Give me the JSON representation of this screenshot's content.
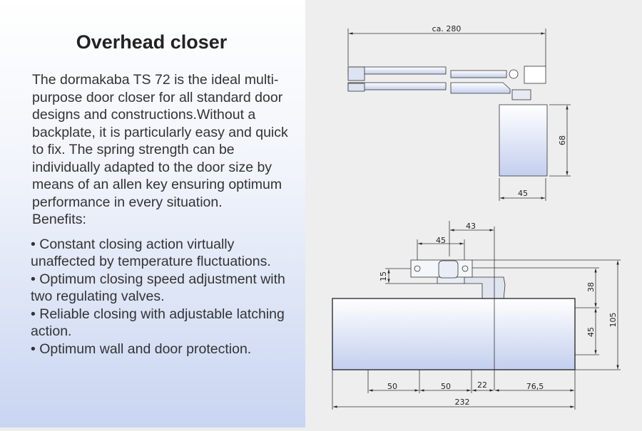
{
  "title": "Overhead closer",
  "description": "The dormakaba TS 72 is the ideal multi-purpose door closer for all standard door designs and constructions.Without a backplate, it is particularly easy and quick to fix. The spring strength can be individually adapted to the door size by means of an allen key ensuring optimum performance in every situation.",
  "benefits_label": "Benefits:",
  "benefits": [
    "• Constant closing action virtually unaffected by temperature fluctuations.",
    "• Optimum closing speed adjustment with two regulating valves.",
    "• Reliable closing with adjustable latching action.",
    "• Optimum wall and door protection."
  ],
  "drawing": {
    "top_view": {
      "arm_length": "ca. 280",
      "height": "68",
      "width": "45"
    },
    "front_view": {
      "bracket_offset": "43",
      "bracket_width": "45",
      "bracket_hole": "15",
      "arm_height": "38",
      "body_upper": "45",
      "total_height": "105",
      "bottom_dims": [
        "50",
        "50",
        "22",
        "76,5"
      ],
      "total_length": "232"
    }
  }
}
